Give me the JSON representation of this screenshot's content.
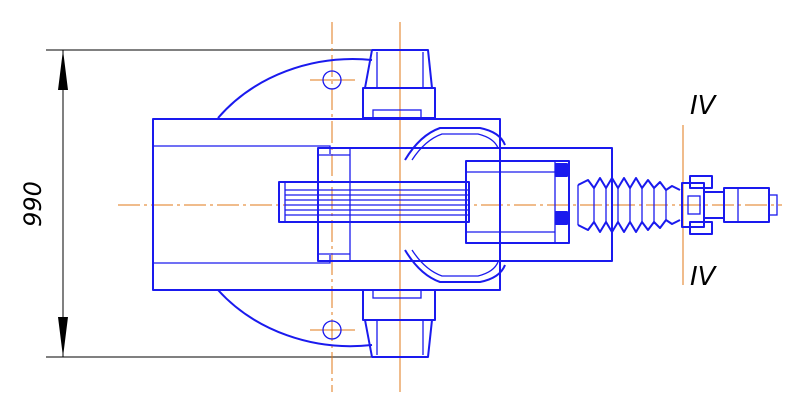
{
  "drawing": {
    "dimension_vertical": "990",
    "section_label_top": "IV",
    "section_label_bottom": "IV",
    "colors": {
      "outline": "#1a1aee",
      "centerline": "#e07818",
      "dimension": "#000000",
      "background": "#ffffff"
    }
  }
}
